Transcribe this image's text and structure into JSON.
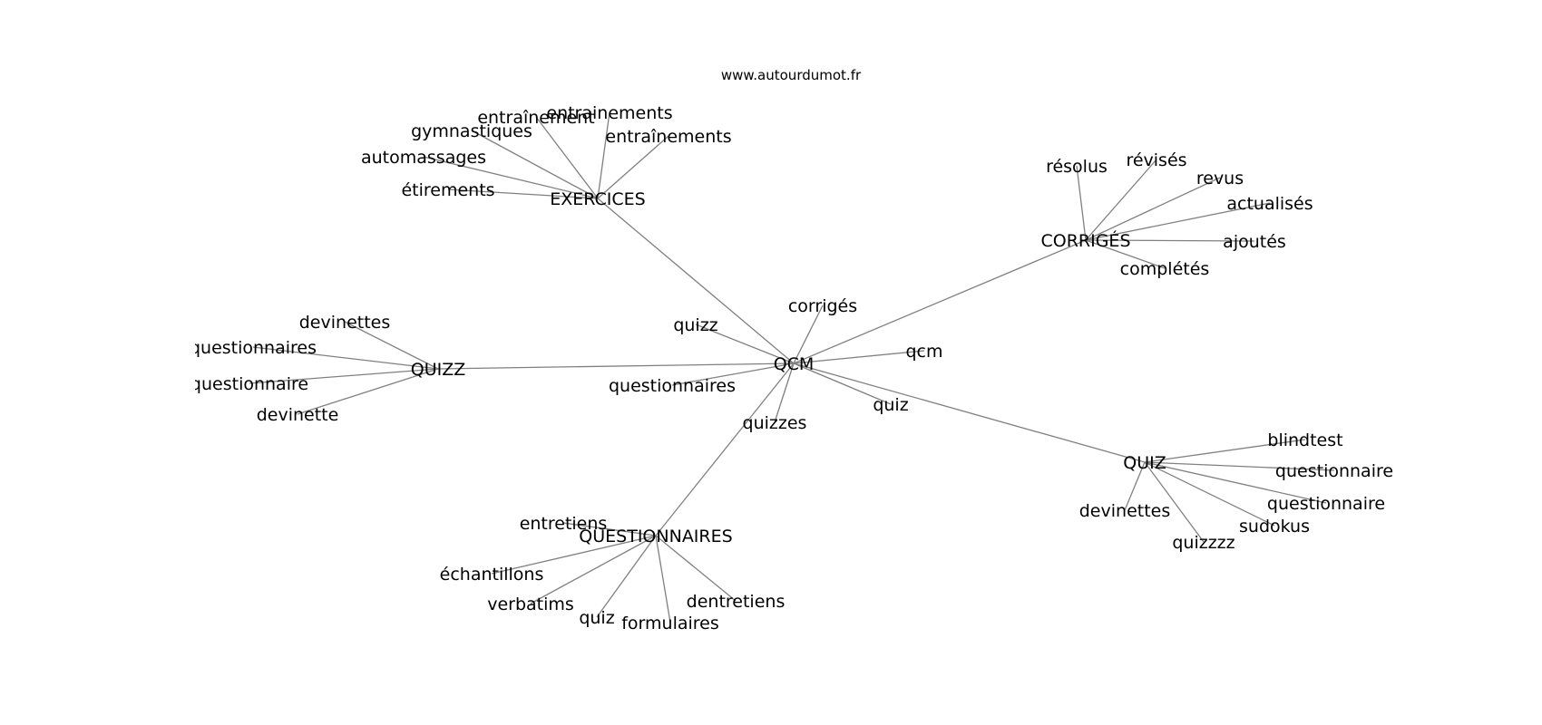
{
  "source": "www.autourdumot.fr",
  "graph": {
    "center": "QCM",
    "center_neighbors": [
      "corrigés",
      "quizz",
      "qcm",
      "questionnaires",
      "quiz",
      "quizzes"
    ],
    "clusters": [
      {
        "hub": "EXERCICES",
        "leaves": [
          "entraînement",
          "entrainements",
          "entraînements",
          "gymnastiques",
          "automassages",
          "étirements"
        ]
      },
      {
        "hub": "CORRIGÉS",
        "leaves": [
          "résolus",
          "révisés",
          "revus",
          "actualisés",
          "ajoutés",
          "complétés"
        ]
      },
      {
        "hub": "QUIZZ",
        "leaves": [
          "devinettes",
          "questionnaires",
          "questionnaire",
          "devinette"
        ]
      },
      {
        "hub": "QUIZ",
        "leaves": [
          "blindtest",
          "questionnaire",
          "questionnaire",
          "sudokus",
          "quizzzz",
          "devinettes"
        ]
      },
      {
        "hub": "QUESTIONNAIRES",
        "leaves": [
          "entretiens",
          "échantillons",
          "verbatims",
          "quiz",
          "formulaires",
          "dentretiens"
        ]
      }
    ]
  }
}
